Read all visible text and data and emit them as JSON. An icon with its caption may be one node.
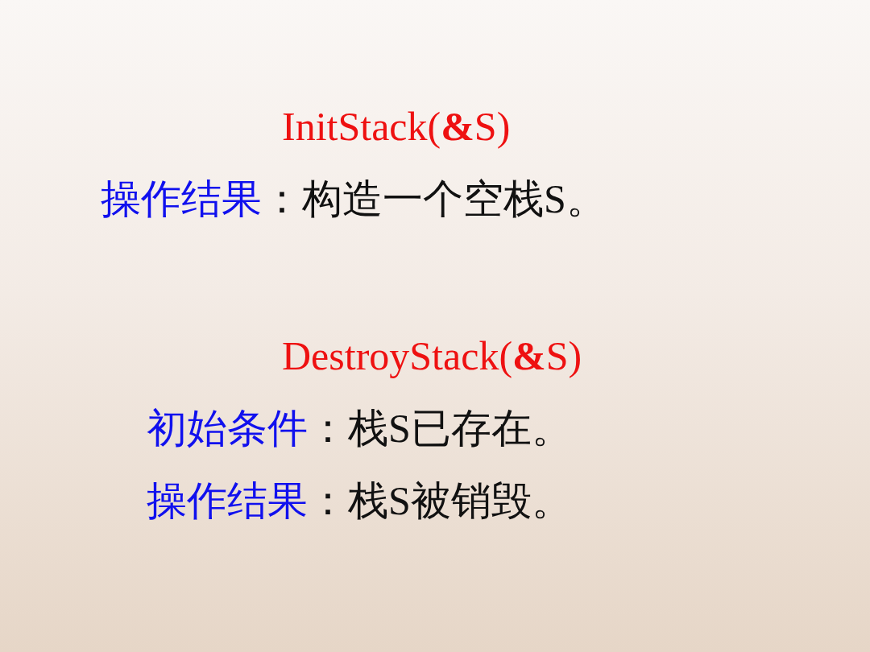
{
  "diagram": {
    "labels": [
      "InitStack(**&**S)",
      "操作结果",
      "：构造一个空栈S。",
      "DestroyStack(**&**S)",
      "初始条件",
      "：栈S已存在。",
      "操作结果",
      "：栈S被销毁。"
    ]
  }
}
